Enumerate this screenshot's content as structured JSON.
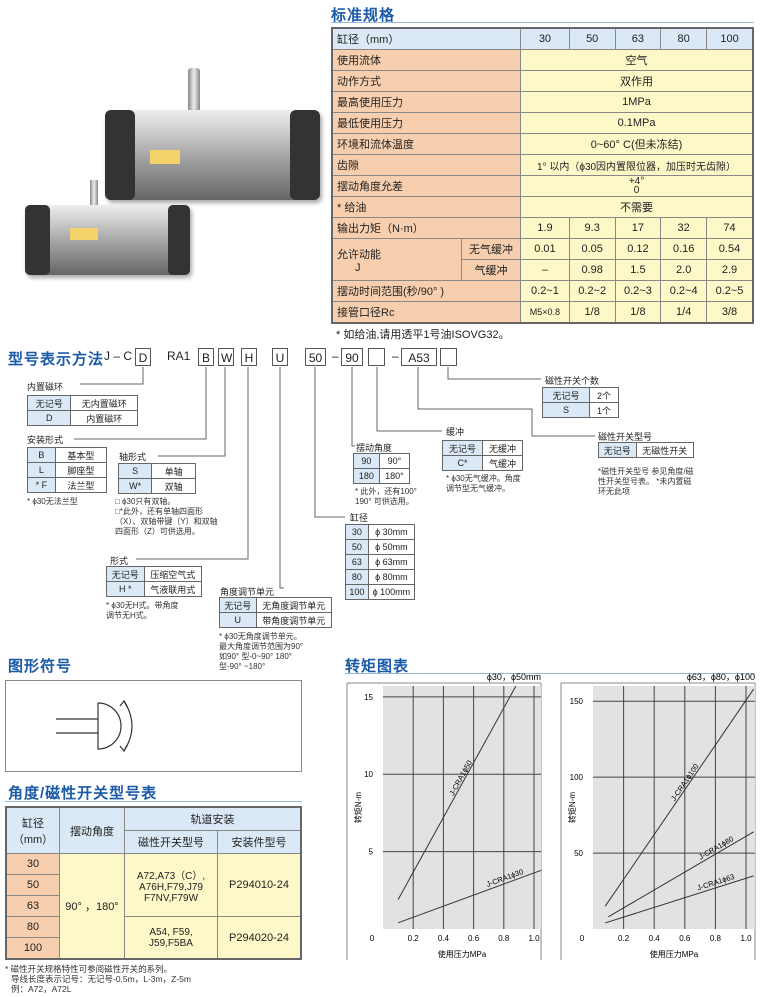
{
  "spec": {
    "title": "标准规格",
    "bore_label": "缸径（mm）",
    "bores": [
      "30",
      "50",
      "63",
      "80",
      "100"
    ],
    "fluid": {
      "label": "使用流体",
      "value": "空气"
    },
    "action": {
      "label": "动作方式",
      "value": "双作用"
    },
    "max_pressure": {
      "label": "最高使用压力",
      "value": "1MPa"
    },
    "min_pressure": {
      "label": "最低使用压力",
      "value": "0.1MPa"
    },
    "temperature": {
      "label": "环境和流体温度",
      "value": "0~60° C(但未冻结)"
    },
    "backlash": {
      "label": "齿隙",
      "value": "1° 以内（ϕ30因内置限位器，加压时无齿隙）"
    },
    "angle_tolerance": {
      "label": "摆动角度允差",
      "upper": "+4°",
      "lower": "0"
    },
    "lubrication": {
      "label": "* 给油",
      "value": "不需要"
    },
    "output_torque": {
      "label": "输出力矩（N·m）",
      "values": [
        "1.9",
        "9.3",
        "17",
        "32",
        "74"
      ]
    },
    "kinetic": {
      "label": "允许动能",
      "unit": "J",
      "no_cushion": {
        "label": "无气缓冲",
        "values": [
          "0.01",
          "0.05",
          "0.12",
          "0.16",
          "0.54"
        ]
      },
      "air_cushion": {
        "label": "气缓冲",
        "values": [
          "–",
          "0.98",
          "1.5",
          "2.0",
          "2.9"
        ]
      }
    },
    "swing_time": {
      "label": "摆动时间范围(秒/90° )",
      "values": [
        "0.2~1",
        "0.2~2",
        "0.2~3",
        "0.2~4",
        "0.2~5"
      ]
    },
    "port": {
      "label": "接管口径Rc",
      "values": [
        "M5×0.8",
        "1/8",
        "1/8",
        "1/4",
        "3/8"
      ]
    },
    "note": "* 如给油,请用透平1号油ISOVG32。"
  },
  "model": {
    "title": "型号表示方法",
    "code": {
      "prefix": "J – C",
      "d": "D",
      "ra1": "RA1",
      "b": "B",
      "w": "W",
      "h": "H",
      "u": "U",
      "bore": "50",
      "dash1": "–",
      "angle": "90",
      "cushion": "",
      "dash2": "–",
      "switch": "A53",
      "count": ""
    },
    "magnet": {
      "label": "内置磁环",
      "rows": [
        [
          "无记号",
          "无内置磁环"
        ],
        [
          "D",
          "内置磁环"
        ]
      ]
    },
    "mount": {
      "label": "安装形式",
      "rows": [
        [
          "B",
          "基本型"
        ],
        [
          "L",
          "脚座型"
        ],
        [
          "* F",
          "法兰型"
        ]
      ],
      "note": "* ϕ30无法兰型"
    },
    "shaft": {
      "label": "轴形式",
      "rows": [
        [
          "S",
          "单轴"
        ],
        [
          "W*",
          "双轴"
        ]
      ],
      "note1": "□ ϕ30只有双轴。",
      "note2": "□*此外，还有单轴四面形（X）、双轴带键（Y）和双轴四面形（Z）可供选用。"
    },
    "type": {
      "label": "形式",
      "rows": [
        [
          "无记号",
          "压缩空气式"
        ],
        [
          "H *",
          "气液联用式"
        ]
      ],
      "note": "* ϕ30无H式。带角度调节无H式。"
    },
    "adjust": {
      "label": "角度调节单元",
      "rows": [
        [
          "无记号",
          "无角度调节单元"
        ],
        [
          "U",
          "带角度调节单元"
        ]
      ],
      "note": "* ϕ30无角度调节单元。最大角度调节范围为90° 如90° 型-0~90° 180° 型-90° ~180°"
    },
    "bore": {
      "label": "缸径",
      "rows": [
        [
          "30",
          "ϕ 30mm"
        ],
        [
          "50",
          "ϕ 50mm"
        ],
        [
          "63",
          "ϕ 63mm"
        ],
        [
          "80",
          "ϕ 80mm"
        ],
        [
          "100",
          "ϕ 100mm"
        ]
      ]
    },
    "angle": {
      "label": "摆动角度",
      "rows": [
        [
          "90",
          "90°"
        ],
        [
          "180",
          "180°"
        ]
      ],
      "note": "* 此外，还有100° 190° 可供选用。"
    },
    "cushion": {
      "label": "缓冲",
      "rows": [
        [
          "无记号",
          "无缓冲"
        ],
        [
          "C*",
          "气缓冲"
        ]
      ],
      "note": "* ϕ30无气缓冲。角度调节型无气缓冲。"
    },
    "switch_count": {
      "label": "磁性开关个数",
      "rows": [
        [
          "无记号",
          "2个"
        ],
        [
          "S",
          "1个"
        ]
      ]
    },
    "switch_type": {
      "label": "磁性开关型号",
      "rows": [
        [
          "无记号",
          "无磁性开关"
        ]
      ],
      "note": "*磁性开关型号 参见角度/磁性开关型号表。 *未内置磁环无此项"
    }
  },
  "symbol": {
    "title": "图形符号"
  },
  "switch_table": {
    "title": "角度/磁性开关型号表",
    "h_bore": "缸径",
    "h_bore_unit": "（mm）",
    "h_angle": "摆动角度",
    "h_rail": "轨道安装",
    "h_switch": "磁性开关型号",
    "h_bracket": "安装件型号",
    "bores": [
      "30",
      "50",
      "63",
      "80",
      "100"
    ],
    "angle": "90° ，180°",
    "group1": {
      "switch": "A72,A73（C）, A76H,F79,J79 F7NV,F79W",
      "bracket": "P294010-24"
    },
    "group2": {
      "switch": "A54, F59, J59,F5BA",
      "bracket": "P294020-24"
    },
    "note1": "* 磁性开关规格特性可参阅磁性开关的系列。",
    "note2": "导线长度表示记号：无记号-0.5m，L-3m，Z-5m",
    "note3": "例：A72，A72L"
  },
  "torque": {
    "title": "转矩图表"
  },
  "chart_data": [
    {
      "type": "line",
      "title": "ϕ30，ϕ50mm",
      "xlabel": "使用压力MPa",
      "ylabel": "转矩N-m",
      "xlim": [
        0,
        1.05
      ],
      "ylim": [
        0,
        15.7
      ],
      "xticks": [
        "0",
        "0.2",
        "0.4",
        "0.6",
        "0.8",
        "1.0"
      ],
      "yticks": [
        "5",
        "10",
        "15"
      ],
      "grid": true,
      "series": [
        {
          "name": "J-CRA1ϕ50",
          "points": [
            [
              0.1,
              1.9
            ],
            [
              0.88,
              15.7
            ]
          ]
        },
        {
          "name": "J-CRA1ϕ30",
          "points": [
            [
              0.1,
              0.4
            ],
            [
              1.05,
              3.8
            ]
          ]
        }
      ]
    },
    {
      "type": "line",
      "title": "ϕ63，ϕ80，ϕ100",
      "xlabel": "使用压力MPa",
      "ylabel": "转矩N-m",
      "xlim": [
        0,
        1.05
      ],
      "ylim": [
        0,
        160
      ],
      "xticks": [
        "0",
        "0.2",
        "0.4",
        "0.6",
        "0.8",
        "1.0"
      ],
      "yticks": [
        "50",
        "100",
        "150"
      ],
      "grid": true,
      "series": [
        {
          "name": "J-CRA1ϕ100",
          "points": [
            [
              0.08,
              15
            ],
            [
              1.05,
              158
            ]
          ]
        },
        {
          "name": "J-CRA1ϕ80",
          "points": [
            [
              0.1,
              8
            ],
            [
              1.05,
              64
            ]
          ]
        },
        {
          "name": "J-CRA1ϕ63",
          "points": [
            [
              0.08,
              4
            ],
            [
              1.05,
              35
            ]
          ]
        }
      ]
    }
  ]
}
